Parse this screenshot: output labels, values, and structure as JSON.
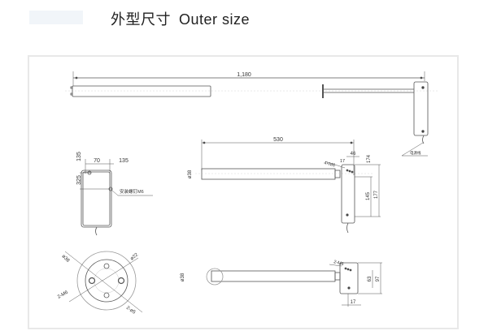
{
  "header": {
    "title_cn": "外型尺寸",
    "title_en": "Outer size"
  },
  "drawing": {
    "top_view": {
      "overall_length": "1,180",
      "cable_label": "电源线"
    },
    "mount_plate": {
      "dim_top": "135",
      "dim_width": "70",
      "dim_right": "135",
      "dim_side": "325",
      "screw_label": "安装螺钉M6"
    },
    "side_view": {
      "tube_length": "530",
      "diameter": "ø38",
      "bolts": "4×M6",
      "dim_17": "17",
      "dim_46": "46",
      "dim_174": "174",
      "dim_145": "145",
      "dim_177": "177"
    },
    "end_view": {
      "outer_dia": "ø38",
      "inner_dia": "ø22",
      "thread": "2-M6",
      "holes": "2-ø5"
    },
    "bottom_view": {
      "diameter": "ø38",
      "thread": "2-M6",
      "dim_63": "63",
      "dim_97": "97",
      "dim_17": "17"
    }
  }
}
